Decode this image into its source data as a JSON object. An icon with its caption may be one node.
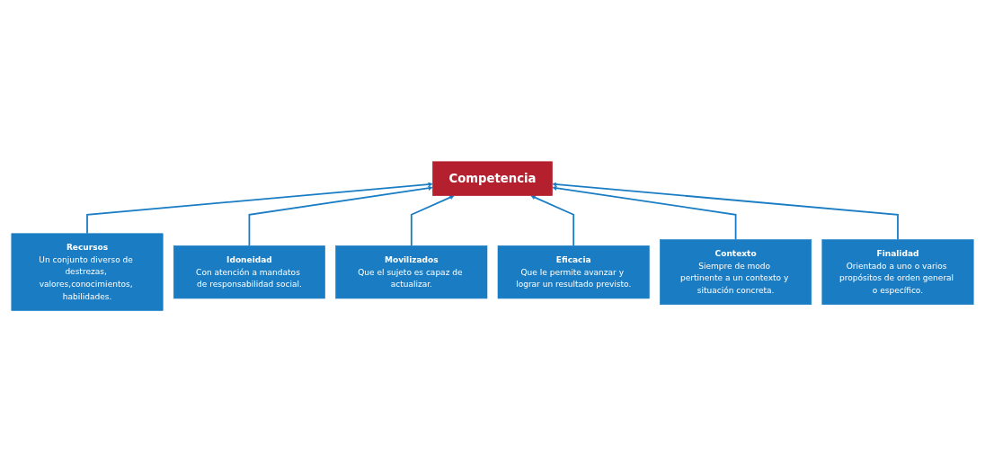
{
  "diagram": {
    "nodes": [
      {
        "text": [
          "Recursos",
          "Un conjunto diverso de destrezas, valores,conocimientos, habilidades."
        ]
      },
      {
        "text": [
          "Idoneidad",
          "Con atención a mandatos de responsabilidad social."
        ]
      },
      {
        "text": [
          "Competencia"
        ]
      },
      {
        "text": [
          "Movilizados",
          "Que el sujeto es capaz de actualizar."
        ]
      },
      {
        "text": [
          "Eficacia",
          "Que le permite avanzar y lograr un resultado previsto."
        ]
      },
      {
        "text": [
          "Contexto",
          "Siempre de modo pertinente a un contexto y situación concreta."
        ]
      },
      {
        "text": [
          "Finalidad",
          "Orientado a uno o varios propósitos de orden general o específico."
        ]
      }
    ],
    "edges": [
      {
        "from": 0,
        "to": 2,
        "arrow": "to"
      },
      {
        "from": 1,
        "to": 2,
        "arrow": "to"
      },
      {
        "from": 3,
        "to": 2,
        "arrow": "to"
      },
      {
        "from": 4,
        "to": 2,
        "arrow": "to"
      },
      {
        "from": 5,
        "to": 2,
        "arrow": "to"
      },
      {
        "from": 6,
        "to": 2,
        "arrow": "to"
      }
    ]
  }
}
